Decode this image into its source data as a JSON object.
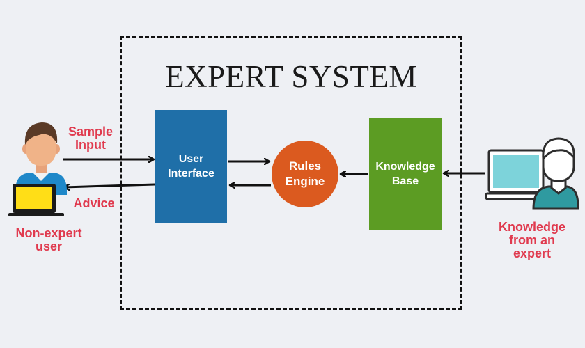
{
  "title": "EXPERT SYSTEM",
  "nodes": {
    "user_interface": "User Interface",
    "rules_engine": "Rules Engine",
    "knowledge_base": "Knowledge Base"
  },
  "labels": {
    "sample_input": "Sample Input",
    "advice": "Advice",
    "non_expert_user": "Non-expert user",
    "knowledge_from_expert": "Knowledge from an expert"
  },
  "colors": {
    "background": "#eef0f4",
    "user_interface": "#1f6fa8",
    "rules_engine": "#db5a1f",
    "knowledge_base": "#5c9c23",
    "label": "#e03a4e",
    "laptop_screen": "#ffde17",
    "expert_screen": "#7dd3da"
  },
  "icons": [
    "non-expert-user-icon",
    "expert-user-icon"
  ]
}
